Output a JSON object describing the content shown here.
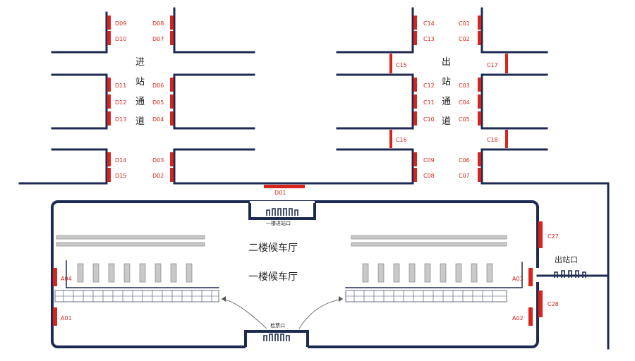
{
  "areas": {
    "hall_2f": "二楼候车厅",
    "hall_1f": "一楼候车厅",
    "entry_passage": [
      "进",
      "站",
      "通",
      "道"
    ],
    "exit_passage": [
      "出",
      "站",
      "通",
      "道"
    ],
    "exit_gate": "出站口",
    "gate_2f": "一楼进站口",
    "ticket_gate": "检票口"
  },
  "cameras": {
    "D09": "D09",
    "D10": "D10",
    "D08": "D08",
    "D07": "D07",
    "D11": "D11",
    "D12": "D12",
    "D13": "D13",
    "D06": "D06",
    "D05": "D05",
    "D04": "D04",
    "D14": "D14",
    "D15": "D15",
    "D03": "D03",
    "D02": "D02",
    "D01": "D01",
    "C14": "C14",
    "C13": "C13",
    "C01": "C01",
    "C02": "C02",
    "C15": "C15",
    "C17": "C17",
    "C12": "C12",
    "C11": "C11",
    "C10": "C10",
    "C03": "C03",
    "C04": "C04",
    "C05": "C05",
    "C16": "C16",
    "C18": "C18",
    "C09": "C09",
    "C08": "C08",
    "C06": "C06",
    "C07": "C07",
    "C27": "C27",
    "C28": "C28",
    "A04": "A04",
    "A01": "A01",
    "A03": "A03",
    "A02": "A02"
  },
  "colors": {
    "wall": "#1e2a52",
    "camera": "#d9241c"
  }
}
